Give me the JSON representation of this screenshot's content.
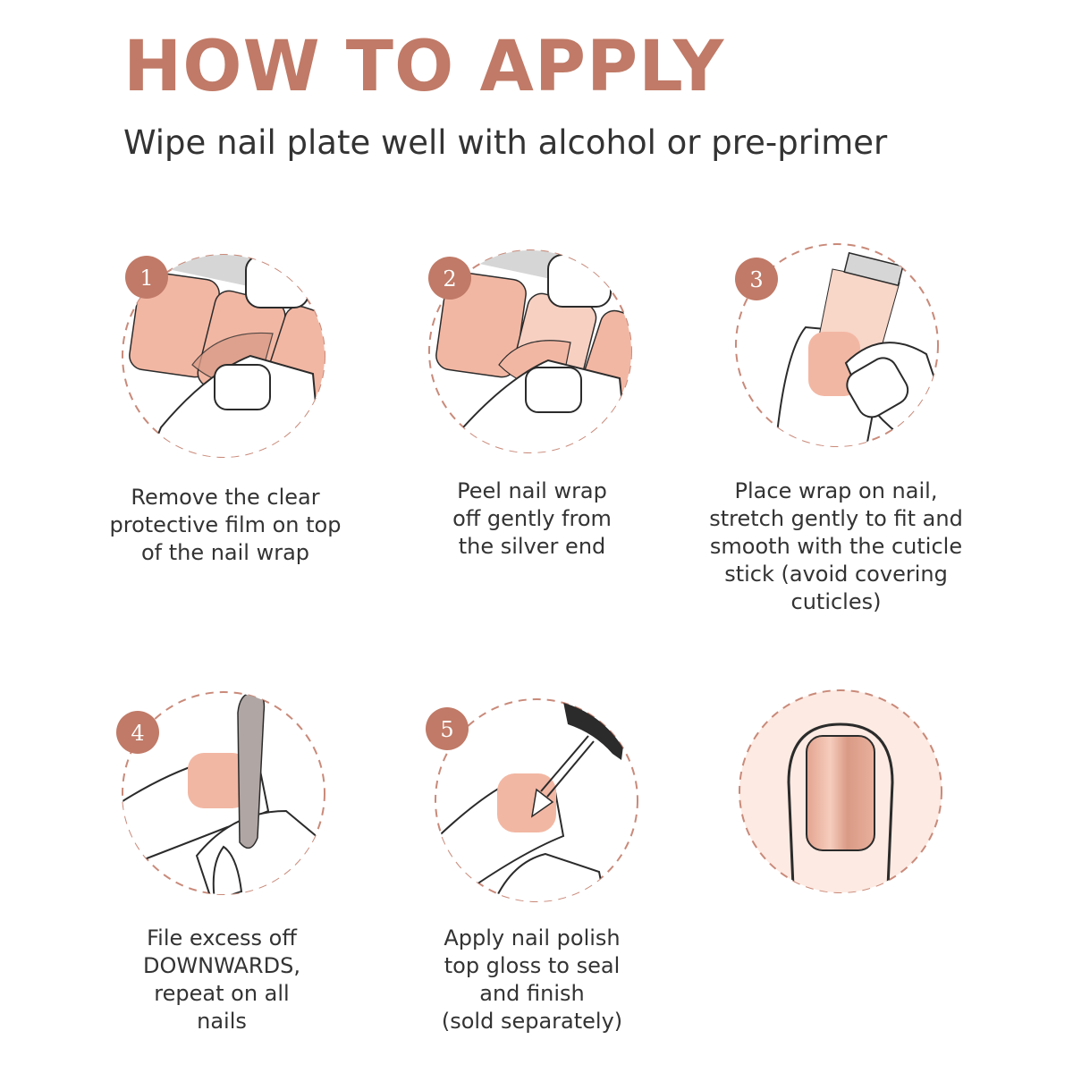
{
  "header": {
    "title": "HOW TO APPLY",
    "subtitle": "Wipe nail plate well with alcohol or  pre-primer"
  },
  "colors": {
    "accent": "#c07a67",
    "peach": "#f2b7a3",
    "peach_light": "#f8d6c8",
    "dash": "#c98a7a",
    "line": "#2b2b2b",
    "silver": "#cfcfcf",
    "file": "#b0a6a3"
  },
  "steps": [
    {
      "number": "1",
      "caption_lines": [
        "Remove the clear",
        "protective film on top",
        "of the nail wrap"
      ]
    },
    {
      "number": "2",
      "caption_lines": [
        "Peel nail wrap",
        "off gently from",
        "the silver end"
      ]
    },
    {
      "number": "3",
      "caption_lines": [
        "Place wrap on nail,",
        "stretch gently to fit and",
        "smooth with the cuticle",
        "stick (avoid covering",
        "cuticles)"
      ]
    },
    {
      "number": "4",
      "caption_lines": [
        "File excess off",
        "DOWNWARDS,",
        "repeat on all",
        "nails"
      ]
    },
    {
      "number": "5",
      "caption_lines": [
        "Apply nail polish",
        "top gloss to seal",
        "and finish",
        "(sold separately)"
      ]
    }
  ],
  "final": {
    "icon": "finished-nail-icon"
  }
}
